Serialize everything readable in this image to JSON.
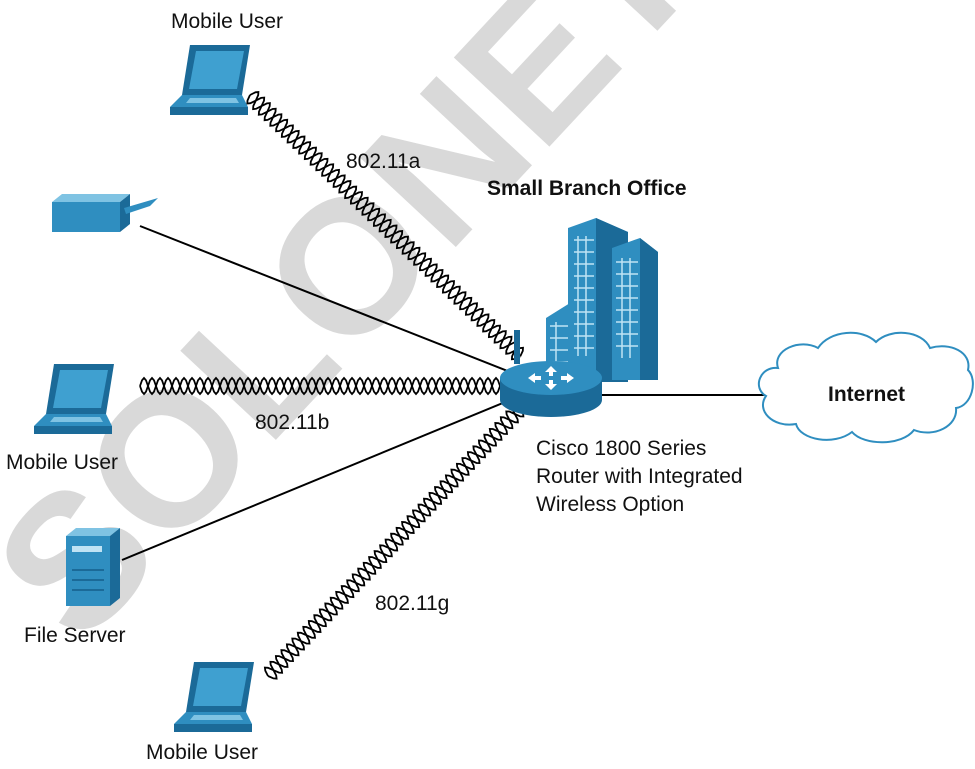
{
  "labels": {
    "mobile_user_top": "Mobile User",
    "mobile_user_left": "Mobile User",
    "mobile_user_bottom": "Mobile User",
    "file_server": "File Server",
    "link_a": "802.11a",
    "link_b": "802.11b",
    "link_g": "802.11g",
    "office_title": "Small Branch Office",
    "internet": "Internet",
    "router_line1": "Cisco 1800 Series",
    "router_line2": "Router with Integrated",
    "router_line3": "Wireless Option"
  },
  "watermark": "SOLONET",
  "colors": {
    "device_blue": "#2f8ec0",
    "device_dark": "#1b6a98",
    "device_light": "#7fc3e3",
    "line": "#000000",
    "watermark": "#d3d3d3"
  }
}
